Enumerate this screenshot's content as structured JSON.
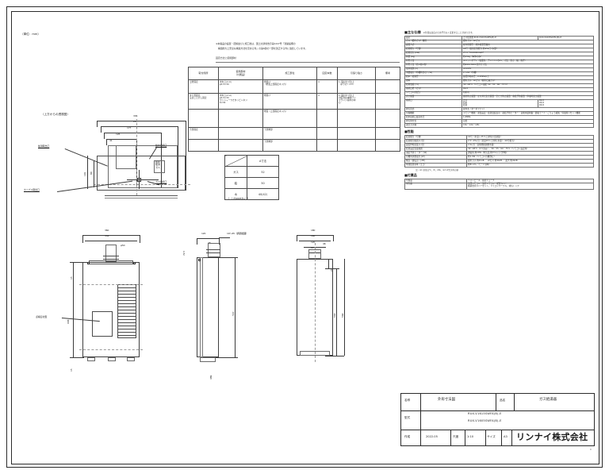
{
  "sheet": {
    "unit_note": "（単位：mm）",
    "top_note_line1": "※本製品の設置・配線並びに施工後は、国土交通省告示第1447号「建築設備の",
    "top_note_line2": "　構造耐力上安全な構造方法を定める件」の第6節の一部を改正する件に適合しています。",
    "install_table_caption": "固定方法と使用部材"
  },
  "top_view": {
    "title": "（上方からの透視図）",
    "dims": [
      "336",
      "245",
      "177",
      "126",
      "41"
    ],
    "labels": {
      "hot_out": "給湯取出口",
      "cable_out": "ケーブル取出口",
      "water_in": "給水接続口",
      "gas_in": "ガス接続口",
      "side_stack": "給水\n給湯\nガス"
    },
    "side_dims": [
      "101",
      "80"
    ]
  },
  "install_table": {
    "headers": [
      "取付箇所",
      "使用部材\n（付属品）",
      "施工部位",
      "固定本数",
      "引張り強さ",
      "備考"
    ],
    "rows": [
      {
        "c0": "上壁固定",
        "c1": "木ねじ(2-①)\nφ4.5×30",
        "c2": "壁掛け\n（壁面上部固定ネジ穴）",
        "c3": "4",
        "c4": "1. 取付け寸法上\n（ボ下げ）mm",
        "c5": ""
      },
      {
        "c0": "すえ置固定\n又はころがし固定",
        "c1": "木ねじ(2-②)\nφ4.5×30\nワッシャーつきタッピンネジ\n6×30",
        "c2": "壁掛け",
        "c3": "4",
        "c4": "2. 取付け寸法上\nの配列は本体バン\nフランジ基準の中\n心",
        "c5": ""
      },
      {
        "c0": "",
        "c1": "",
        "c2": "壁面（上部固定ネジ穴）",
        "c3": "",
        "c4": "",
        "c5": ""
      },
      {
        "c0": "下部固定",
        "c1": "",
        "c2": "下部脚部",
        "c3": "",
        "c4": "",
        "c5": ""
      },
      {
        "c0": "",
        "c1": "",
        "c2": "下部脚部",
        "c3": "",
        "c4": "",
        "c5": ""
      }
    ]
  },
  "a_table": {
    "header_blank": "",
    "header_a": "A寸法",
    "rows": [
      {
        "label": "ガス",
        "value": "52"
      },
      {
        "label": "給",
        "value": "50"
      },
      {
        "label": "水",
        "value": "40(42)"
      }
    ],
    "note": "（　）内1605タイプ"
  },
  "front_view": {
    "dims_top": [
      "360",
      "354",
      "φ50"
    ],
    "dims_left": [
      "15",
      "638",
      "15"
    ],
    "label_service": "点検窓付型"
  },
  "side_view": {
    "dims": [
      "120",
      "72.5",
      "28",
      "510",
      "10～45（調節範囲）",
      "489"
    ]
  },
  "rear_view": {
    "dims": [
      "180",
      "160",
      "120",
      "60",
      "20",
      "540",
      "560",
      "46"
    ]
  },
  "spec": {
    "title_main": "■主な仕様",
    "title_main_note": "※仕様は改良のため予告なく変更することがあります。",
    "sections": [
      {
        "name": "■主要諸元",
        "rows": [
          {
            "label": "品名",
            "value": "ガス給湯器 RUX-V1615SWFA(B)-E",
            "value2": "RUX-V1605SWFA(B)-E"
          },
          {
            "label": "ガス（都市ガス）種別",
            "value": "都市ガス／LPガス"
          },
          {
            "label": "設置方式",
            "value": "屋外壁掛形・屋外据置形兼用"
          },
          {
            "label": "給湯能力（号数）",
            "value": "16号（最高出湯能力 約25L/分 水量）"
          },
          {
            "label": "給湯出力 [kW]",
            "value": "27.9（24,000kcal/h）"
          },
          {
            "label": "質量 [kg]",
            "value": "約15kg（本体のみ）"
          },
          {
            "label": "外形寸法",
            "value": "ユニットボディ（表面色：アンバリメタル、寸法：高さ、幅、奥行）"
          },
          {
            "label": "外形寸法（高×幅×奥）",
            "value": "約640×360×窓付き寸法"
          },
          {
            "label": "使用電源 [V]",
            "value": "AC100V"
          },
          {
            "label": "消費電力（待機時含む）[W]",
            "value": "1～2Ｗ（待機）"
          },
          {
            "label": "給水・給湯圧",
            "value": "最低作動水圧：0.1MPa以上"
          },
          {
            "label": "燃料",
            "value": "都市ガス／LPガス（液化石油ガス）"
          },
          {
            "label": "給湯温度 [℃]",
            "value": "32～48℃（リモコン設定 50・55・60・75℃）"
          },
          {
            "label": "接続口径（ガス）",
            "value": "R1/2"
          },
          {
            "label": "リモコン[別売]",
            "value": "対応可"
          },
          {
            "label": "安全装置",
            "value": "過熱防止装置・立ち消え安全装置・空だき防止装置・凍結予防装置・停電時安全装置",
            "value2": ""
          },
          {
            "label": "接続口",
            "value": "ガス\n給水\n給湯",
            "value2": "R1/2\nR3/4\nR3/4"
          },
          {
            "label": "排気形式",
            "value": "屋外式（ターボファン）"
          },
          {
            "label": "付属機能",
            "value": "メモリー機能・湯温設定・給湯温度表示・凍結予防ヒーター・自動水量制御・節電モード・ごりょう検知・停電時リセット機能"
          },
          {
            "label": "給水接続口最高水圧",
            "value": "1.0MPa"
          },
          {
            "label": "排気筒方式",
            "value": "自然"
          },
          {
            "label": "適合ガス種",
            "value": "13A・12A・LPG"
          }
        ]
      },
      {
        "name": "■性能",
        "rows": [
          {
            "label": "給湯能力（号数）",
            "value": "16号（水温＋25℃上昇時の出湯量）"
          },
          {
            "label": "給湯能力範囲 [L/分]",
            "value": "2.5～25L/分（湯温25℃上昇時 水量）（16号相当）"
          },
          {
            "label": "最低作動流量 [L/分]",
            "value": "2.0L/分（自動燃焼開始水量）"
          },
          {
            "label": "給湯設定温度範囲",
            "value": "32～48℃（1℃刻み）／50・55・60・75℃（リモコン設定時）"
          },
          {
            "label": "凍結予防ヒーター [W]",
            "value": "通電時 約20W（外気温 約3℃以下で作動）"
          },
          {
            "label": "待機時消費電力 [W]",
            "value": "約1.0W（リモコン待機含む）"
          },
          {
            "label": "騒音（運転音）[dB]",
            "value": "都市ガス 約45dB ／ LPガス 約46dB ／ 最大 約49dB"
          },
          {
            "label": "年間給湯効率（エコ）",
            "value": "約81.2％（モード効率）"
          }
        ]
      },
      {
        "name": "■付属品",
        "rows": [
          {
            "label": "付属品",
            "value": "テストピース、接続チューブ"
          },
          {
            "label": "別売品",
            "value": "台所リモコン・浴室リモコン・配管カバー\n循環金具カバーセット、リモコンケーブル、排気トップ"
          }
        ]
      }
    ],
    "footnote": "注）※1 単位は℃、Ｗ、kPa、※2 LPガス時の値"
  },
  "title_block": {
    "name_label": "名称",
    "name_value": "外形寸法図",
    "product_label": "品名",
    "product_value": "ガス給湯器",
    "model_label": "型式",
    "model_value_1": "RUX-V1615SWFA(B)-E",
    "model_value_2": "RUX-V1605SWFA(B)-E",
    "created_label": "作成",
    "created_value": "2022.05",
    "scale_label": "尺度",
    "scale_value": "1:10",
    "size_label": "サイズ",
    "size_value": "A3",
    "company": "リンナイ株式会社",
    "corner_mark": "R"
  }
}
